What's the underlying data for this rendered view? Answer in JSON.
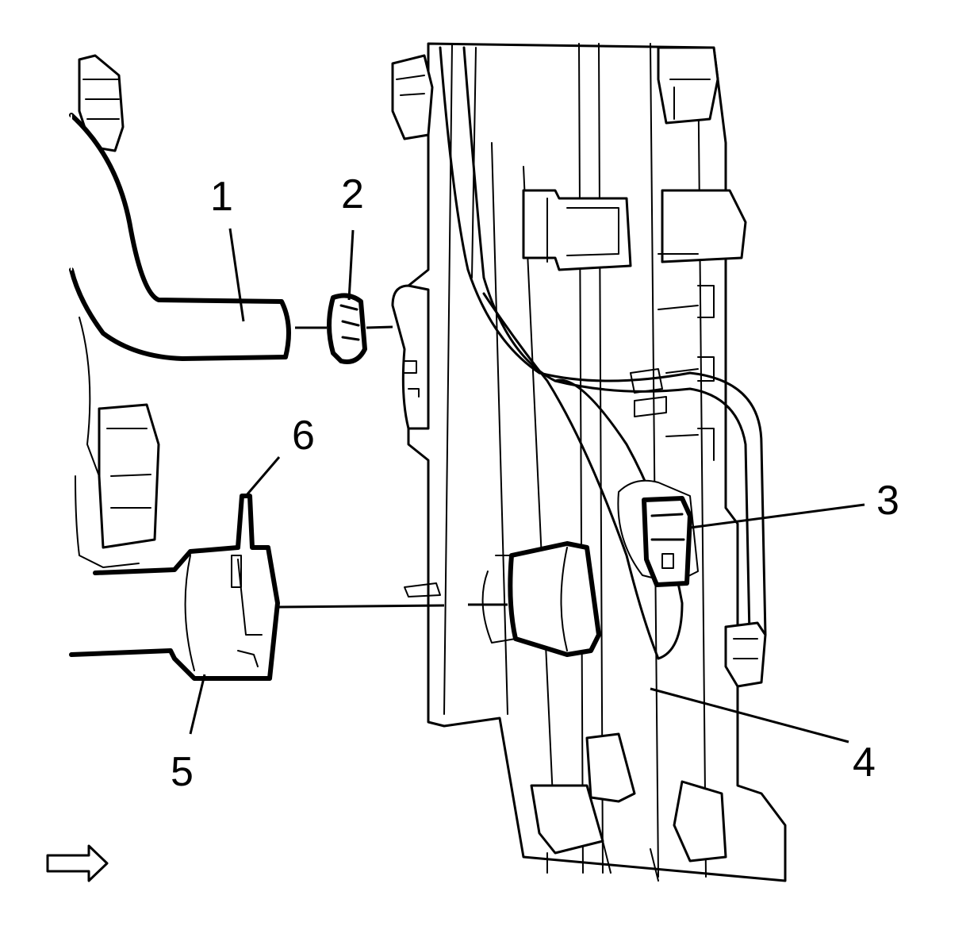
{
  "diagram": {
    "callouts": [
      {
        "id": "1",
        "label": "1"
      },
      {
        "id": "2",
        "label": "2"
      },
      {
        "id": "3",
        "label": "3"
      },
      {
        "id": "4",
        "label": "4"
      },
      {
        "id": "5",
        "label": "5"
      },
      {
        "id": "6",
        "label": "6"
      }
    ],
    "direction_indicator": "arrow-right-icon",
    "colors": {
      "line": "#000000",
      "background": "#ffffff"
    }
  }
}
